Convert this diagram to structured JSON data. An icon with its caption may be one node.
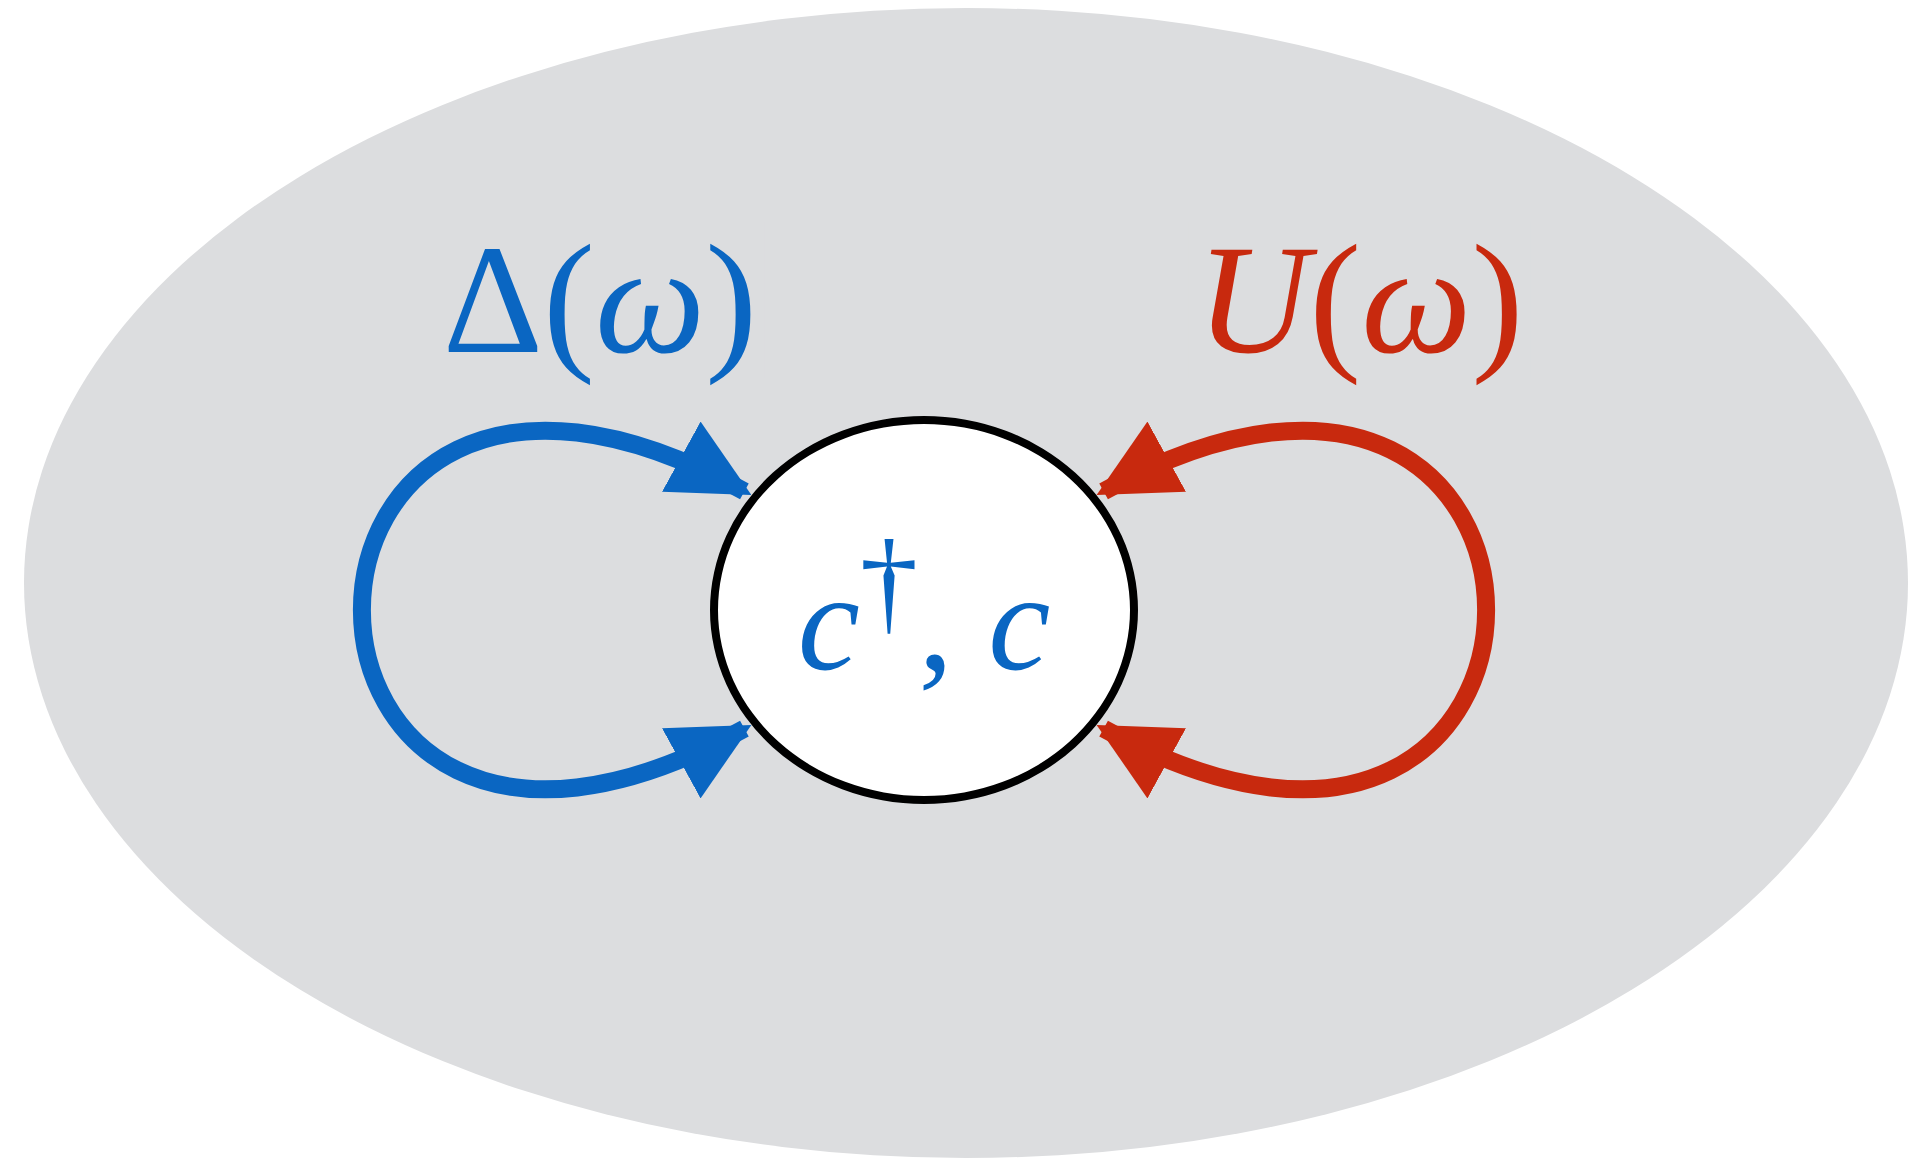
{
  "diagram": {
    "nodes": [
      {
        "text": [],
        "shape": "ellipse"
      },
      {
        "text": [
          "*c*$^{†}$, *c*"
        ],
        "in": 0
      }
    ],
    "edges": [
      {
        "from": 1,
        "to": 1,
        "arrow": "both",
        "label": "Δ(*ω*)",
        "color": "#0a66c2"
      },
      {
        "from": 1,
        "to": 1,
        "arrow": "both",
        "label": "*U*(*ω*)",
        "color": "#c8290e"
      }
    ]
  }
}
